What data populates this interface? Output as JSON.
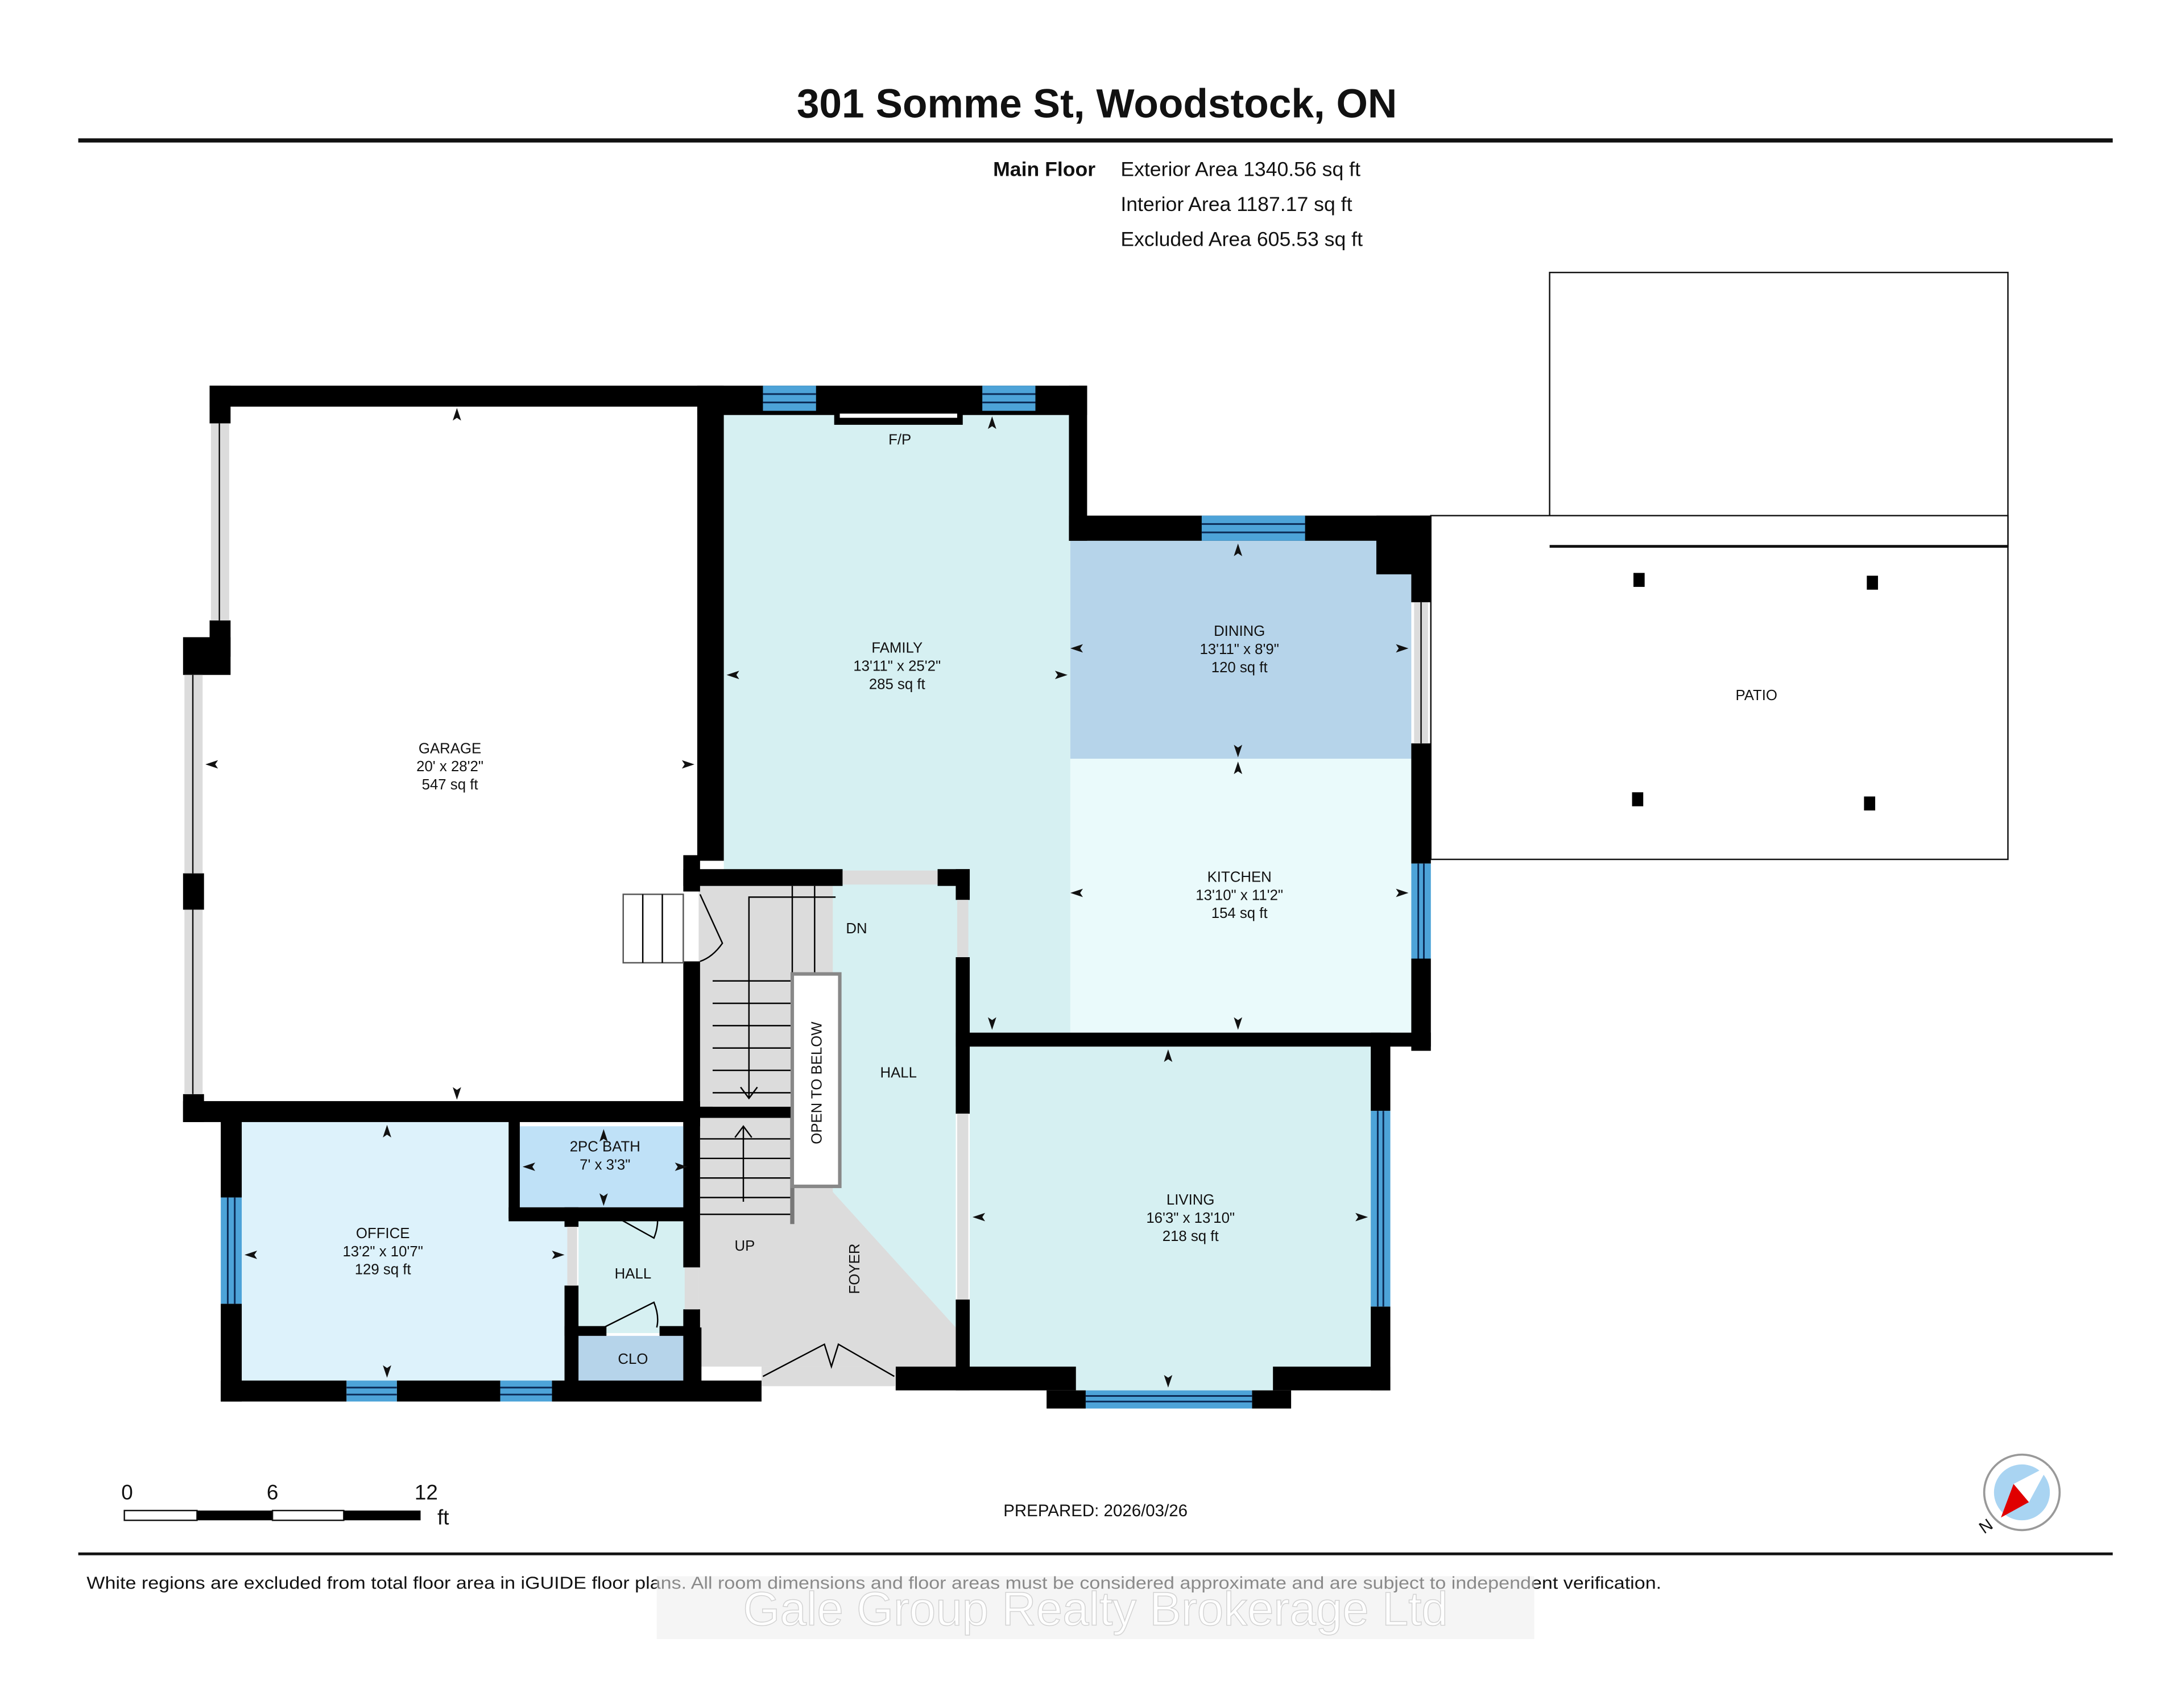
{
  "header": {
    "title": "301 Somme St, Woodstock, ON",
    "floor_label": "Main Floor",
    "areas": [
      "Exterior Area 1340.56 sq ft",
      "Interior Area 1187.17 sq ft",
      "Excluded Area 605.53 sq ft"
    ]
  },
  "rooms": {
    "garage": {
      "name": "GARAGE",
      "dims": "20' x 28'2\"",
      "area": "547 sq ft",
      "color": "#ffffff"
    },
    "family": {
      "name": "FAMILY",
      "dims": "13'11\" x 25'2\"",
      "area": "285 sq ft",
      "color": "#d6f0f2"
    },
    "dining": {
      "name": "DINING",
      "dims": "13'11\" x 8'9\"",
      "area": "120 sq ft",
      "color": "#b6d4ea"
    },
    "kitchen": {
      "name": "KITCHEN",
      "dims": "13'10\" x 11'2\"",
      "area": "154 sq ft",
      "color": "#eafafb"
    },
    "living": {
      "name": "LIVING",
      "dims": "16'3\" x 13'10\"",
      "area": "218 sq ft",
      "color": "#d6f0f2"
    },
    "office": {
      "name": "OFFICE",
      "dims": "13'2\" x 10'7\"",
      "area": "129 sq ft",
      "color": "#ddf2fb"
    },
    "bath": {
      "name": "2PC BATH",
      "dims": "7' x 3'3\"",
      "color": "#bfe1f7"
    },
    "hall_small": {
      "name": "HALL",
      "color": "#d6f0f2"
    },
    "closet": {
      "name": "CLO",
      "color": "#b6d4ea"
    },
    "hall_main": {
      "name": "HALL",
      "color": "#d6f0f2"
    },
    "foyer": {
      "name": "FOYER",
      "color": "#dcdcdc"
    },
    "patio": {
      "name": "PATIO",
      "color": "#ffffff"
    }
  },
  "labels": {
    "fireplace": "F/P",
    "stairs_down": "DN",
    "stairs_up": "UP",
    "open_to_below": "OPEN TO BELOW"
  },
  "scale_bar": {
    "ticks": [
      "0",
      "6",
      "12"
    ],
    "unit": "ft"
  },
  "prepared": "PREPARED: 2026/03/26",
  "compass": {
    "north_label": "N"
  },
  "footer": {
    "disclaimer": "White regions are excluded from total floor area in iGUIDE floor plans. All room dimensions and floor areas must be considered approximate and are subject to independent verification.",
    "watermark": "Gale Group Realty Brokerage Ltd"
  },
  "colors": {
    "wall": "#000000",
    "window": "#4da3d8",
    "opening": "#dcdcdc"
  }
}
